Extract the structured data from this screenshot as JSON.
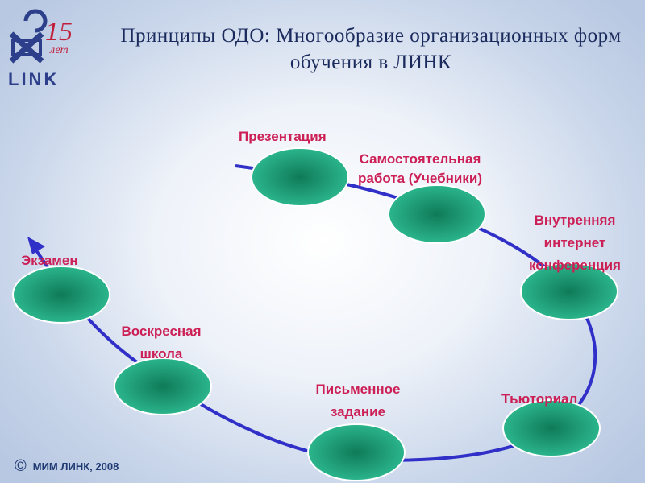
{
  "title": {
    "line1": "Принципы ОДО: Многообразие организационных форм",
    "line2": "обучения в ЛИНК"
  },
  "logo": {
    "brand": "LINK",
    "years_number": "15",
    "years_word": "лет",
    "icon": "link-logo-icon"
  },
  "nodes": [
    {
      "id": "presentation",
      "label_lines": [
        "Презентация"
      ]
    },
    {
      "id": "self-study",
      "label_lines": [
        "Самостоятельная",
        "работа (Учебники)"
      ]
    },
    {
      "id": "internet-conf",
      "label_lines": [
        "Внутренняя",
        "интернет",
        "конференция"
      ]
    },
    {
      "id": "tutorial",
      "label_lines": [
        "Тьюториал"
      ]
    },
    {
      "id": "written",
      "label_lines": [
        "Письменное",
        "задание"
      ]
    },
    {
      "id": "sunday",
      "label_lines": [
        "Воскресная",
        "школа"
      ]
    },
    {
      "id": "exam",
      "label_lines": [
        "Экзамен"
      ]
    }
  ],
  "colors": {
    "node_fill": "#1f9e7a",
    "path": "#3030c8",
    "label": "#cc1f55"
  },
  "footer": {
    "copyright_symbol": "©",
    "text": "МИМ ЛИНК, 2008"
  }
}
